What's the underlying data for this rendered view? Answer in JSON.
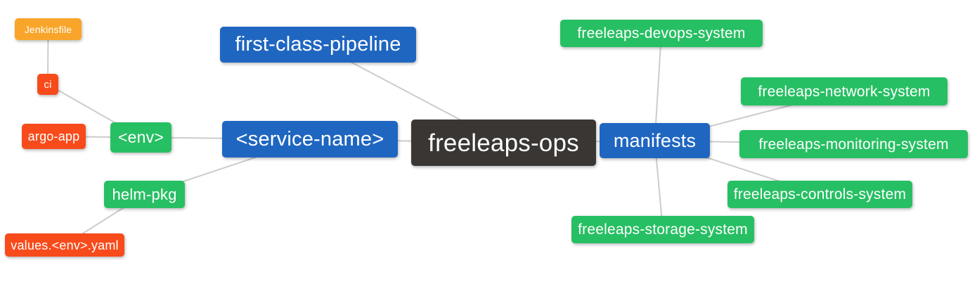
{
  "diagram": {
    "root_label": "freeleaps-ops",
    "palette": {
      "blue": "#1f66c1",
      "green": "#27bf63",
      "orange": "#f8a52a",
      "red": "#f84b1b",
      "dark": "#3a3633",
      "edge_line": "#cccccc",
      "node_text": "#ffffff",
      "background": "#ffffff"
    },
    "nodes": [
      {
        "id": "jenkinsfile",
        "label": "Jenkinsfile",
        "color": "orange"
      },
      {
        "id": "ci",
        "label": "ci",
        "color": "red"
      },
      {
        "id": "argo-app",
        "label": "argo-app",
        "color": "red"
      },
      {
        "id": "env",
        "label": "<env>",
        "color": "green"
      },
      {
        "id": "helm-pkg",
        "label": "helm-pkg",
        "color": "green"
      },
      {
        "id": "values-env-yaml",
        "label": "values.<env>.yaml",
        "color": "red"
      },
      {
        "id": "first-class-pipeline",
        "label": "first-class-pipeline",
        "color": "blue"
      },
      {
        "id": "service-name",
        "label": "<service-name>",
        "color": "blue"
      },
      {
        "id": "freeleaps-ops",
        "label": "freeleaps-ops",
        "color": "dark"
      },
      {
        "id": "manifests",
        "label": "manifests",
        "color": "blue"
      },
      {
        "id": "freeleaps-devops-system",
        "label": "freeleaps-devops-system",
        "color": "green"
      },
      {
        "id": "freeleaps-network-system",
        "label": "freeleaps-network-system",
        "color": "green"
      },
      {
        "id": "freeleaps-monitoring-system",
        "label": "freeleaps-monitoring-system",
        "color": "green"
      },
      {
        "id": "freeleaps-controls-system",
        "label": "freeleaps-controls-system",
        "color": "green"
      },
      {
        "id": "freeleaps-storage-system",
        "label": "freeleaps-storage-system",
        "color": "green"
      }
    ],
    "edges": [
      {
        "from": "jenkinsfile",
        "to": "ci"
      },
      {
        "from": "ci",
        "to": "env"
      },
      {
        "from": "argo-app",
        "to": "env"
      },
      {
        "from": "env",
        "to": "service-name"
      },
      {
        "from": "helm-pkg",
        "to": "service-name"
      },
      {
        "from": "values-env-yaml",
        "to": "helm-pkg"
      },
      {
        "from": "first-class-pipeline",
        "to": "freeleaps-ops"
      },
      {
        "from": "service-name",
        "to": "freeleaps-ops"
      },
      {
        "from": "freeleaps-ops",
        "to": "manifests"
      },
      {
        "from": "manifests",
        "to": "freeleaps-devops-system"
      },
      {
        "from": "manifests",
        "to": "freeleaps-network-system"
      },
      {
        "from": "manifests",
        "to": "freeleaps-monitoring-system"
      },
      {
        "from": "manifests",
        "to": "freeleaps-controls-system"
      },
      {
        "from": "manifests",
        "to": "freeleaps-storage-system"
      }
    ]
  }
}
